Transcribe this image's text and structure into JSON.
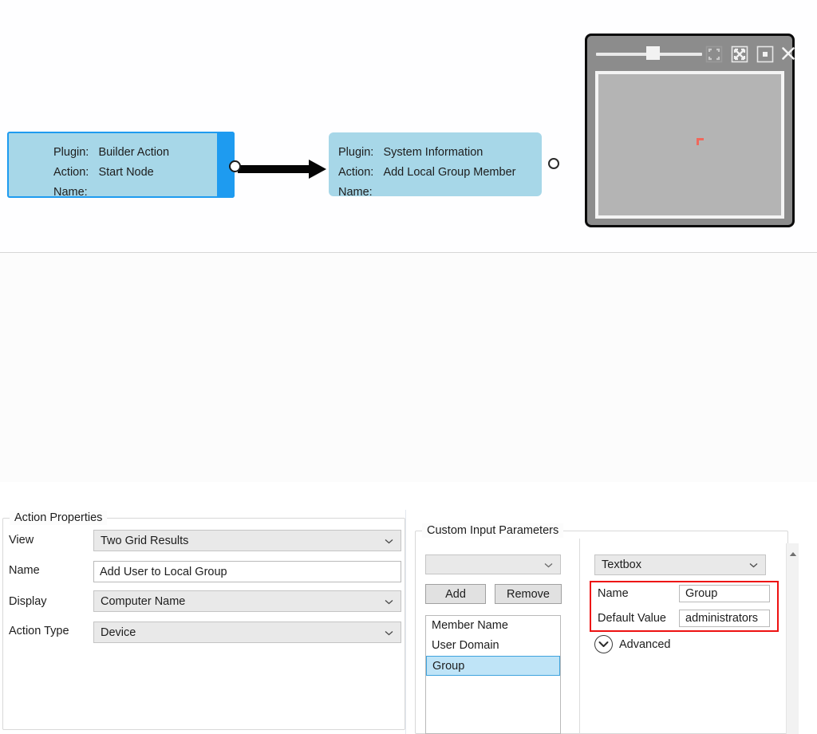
{
  "canvas": {
    "nodes": [
      {
        "id": "start-node",
        "selected": true,
        "rows": [
          {
            "key": "Plugin:",
            "value": "Builder Action"
          },
          {
            "key": "Action:",
            "value": "Start Node"
          },
          {
            "key": "Name:",
            "value": ""
          }
        ]
      },
      {
        "id": "system-information-node",
        "selected": false,
        "rows": [
          {
            "key": "Plugin:",
            "value": "System Information"
          },
          {
            "key": "Action:",
            "value": "Add Local Group Member"
          },
          {
            "key": "Name:",
            "value": ""
          }
        ]
      }
    ],
    "node_fill_color": "#a7d7e8",
    "selection_color": "#1e9bf0",
    "connector_color": "#050505"
  },
  "overlay": {
    "icons": {
      "fit": "fit-screen-icon",
      "expand": "expand-arrows-icon",
      "stop": "stop-square-icon",
      "close": "close-icon"
    },
    "slider": {
      "name": "zoom-slider",
      "position_percent": 50
    },
    "marker_color": "#f0685c",
    "frame_color": "#8c8c8c"
  },
  "action_properties": {
    "title": "Action Properties",
    "fields": [
      {
        "label": "View",
        "type": "combo",
        "value": "Two Grid Results"
      },
      {
        "label": "Name",
        "type": "text",
        "value": "Add User to Local Group"
      },
      {
        "label": "Display",
        "type": "combo",
        "value": "Computer Name"
      },
      {
        "label": "Action Type",
        "type": "combo",
        "value": "Device"
      }
    ]
  },
  "custom_input_parameters": {
    "title": "Custom Input Parameters",
    "type_combo_value": "",
    "add_label": "Add",
    "remove_label": "Remove",
    "list_items": [
      "Member Name",
      "User Domain",
      "Group"
    ],
    "selected_list_item": "Group",
    "control_type_combo_value": "Textbox",
    "name_label": "Name",
    "name_value": "Group",
    "default_value_label": "Default Value",
    "default_value_value": "administrators",
    "advanced_label": "Advanced",
    "highlight_color": "#ee1111"
  },
  "chevron": "⌄"
}
